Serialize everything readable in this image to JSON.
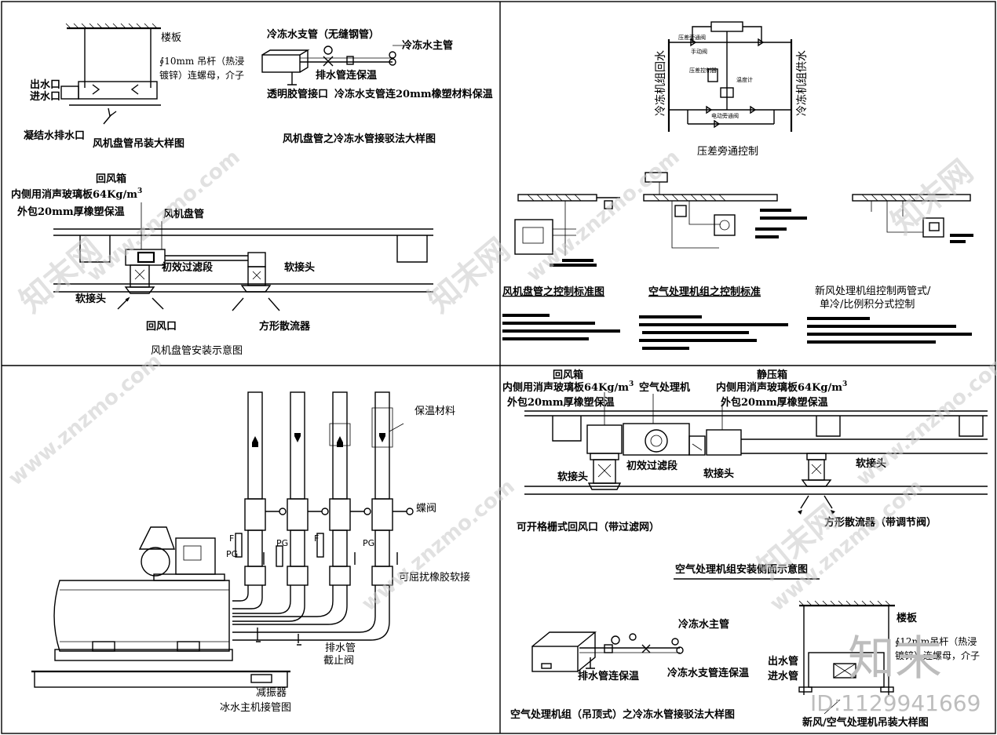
{
  "panel_tl": {
    "louban": "楼板",
    "diaogan": "∮10mm 吊杆（热浸",
    "diaogan2": "镀锌）连螺母，介子",
    "chushui": "出水口",
    "jinshui": "进水口",
    "ningjie": "凝结水排水口",
    "fj_title": "风机盘管吊装大样图",
    "zhiguan": "冷冻水支管（无缝钢管）",
    "zhuguan": "冷冻水主管",
    "paishui": "排水管连保温",
    "toumeng": "透明胶管接口",
    "baowen": "冷冻水支管连20mm橡塑材料保温",
    "jiefa_title": "风机盘管之冷冻水管接驳法大样图",
    "huifengxiang": "回风箱",
    "neice": "内侧用消声玻璃板64Kg/m",
    "sup3": "3",
    "waibao": "外包20mm厚橡塑保温",
    "fjpg": "风机盘管",
    "chuxiao": "初效过滤段",
    "ruanjietou": "软接头",
    "ruanjietou2": "软接头",
    "huifengkou": "回风口",
    "fangxing": "方形散流器",
    "install_title": "风机盘管安装示意图"
  },
  "panel_tr": {
    "left_v": "冷冻机组回水",
    "right_v": "冷冻机组供水",
    "lbl_a": "压差旁通阀",
    "lbl_b": "手动阀",
    "lbl_c": "电动旁通阀",
    "lbl_d": "压差控制器",
    "lbl_e": "温度计",
    "yacha_title": "压差旁通控制",
    "ctl1": "风机盘管之控制标准图",
    "ctl2": "空气处理机组之控制标准",
    "ctl3a": "新风处理机组控制两管式/",
    "ctl3b": "单冷/比例积分式控制"
  },
  "panel_bl": {
    "baowen": "保温材料",
    "diefa": "蝶阀",
    "kequ": "可屈扰橡胶软接",
    "paishui": "排水管",
    "jiezhi": "截止阀",
    "jianzhen": "减振器",
    "title": "冰水主机接管图",
    "f": "F",
    "pg": "PG"
  },
  "panel_br": {
    "huifengxiang": "回风箱",
    "neice": "内侧用消声玻璃板64Kg/m",
    "sup3": "3",
    "kongqi": "空气处理机",
    "jingya": "静压箱",
    "neice2": "内侧用消声玻璃板64Kg/m",
    "waibao": "外包20mm厚橡塑保温",
    "waibao2": "外包20mm厚橡塑保温",
    "ruanjietou": "软接头",
    "chuxiao": "初效过滤段",
    "ruanjietou2": "软接头",
    "ruanjietou3": "软接头",
    "kekai": "可开格栅式回风口（带过滤网）",
    "fangxing": "方形散流器（带调节阀）",
    "side_title": "空气处理机组安装侧面示意图",
    "zhuguan": "冷冻水主管",
    "paishui": "排水管连保温",
    "zhiguan": "冷冻水支管连保温",
    "jiefa_title": "空气处理机组（吊顶式）之冷冻水管接驳法大样图",
    "louban": "楼板",
    "diaogan": "∮12mm吊杆（热浸",
    "diaogan2": "镀锌）连螺母，介子",
    "chushui": "出水管",
    "jinshui": "进水管",
    "diao_title": "新风/空气处理机吊装大样图"
  },
  "watermark": {
    "logo": "知末",
    "id": "ID:1129941669",
    "site": "www.znzmo.com",
    "brand": "知末网"
  }
}
